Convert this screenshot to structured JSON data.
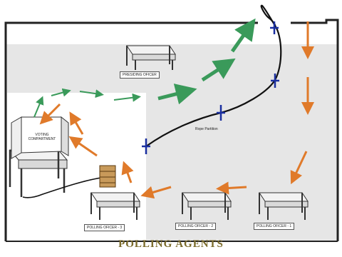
{
  "labels": {
    "presiding_officer": "PRESIDING OFICER",
    "voting_compartment": "VOTING COMPARTMENT",
    "rope_partition": "Rope Partition",
    "polling_officer_1": "POLLING OFICER - 1",
    "polling_officer_2": "POLLING OFICER - 2",
    "polling_officer_3": "POLLING OFICER - 3",
    "footer": "POLLING AGENTS"
  },
  "colors": {
    "entry_arrows": "#e07a2a",
    "voter_path_arrows": "#3a9a5a",
    "rope": "#111111",
    "rope_posts": "#1a2fa0",
    "room_area": "#e6e6e6",
    "room_border": "#222222",
    "footer_text": "#7a6a2a"
  },
  "icons": {
    "table": "table-icon",
    "ballot_box": "ballot-box-icon",
    "rope_post": "rope-post-icon"
  }
}
